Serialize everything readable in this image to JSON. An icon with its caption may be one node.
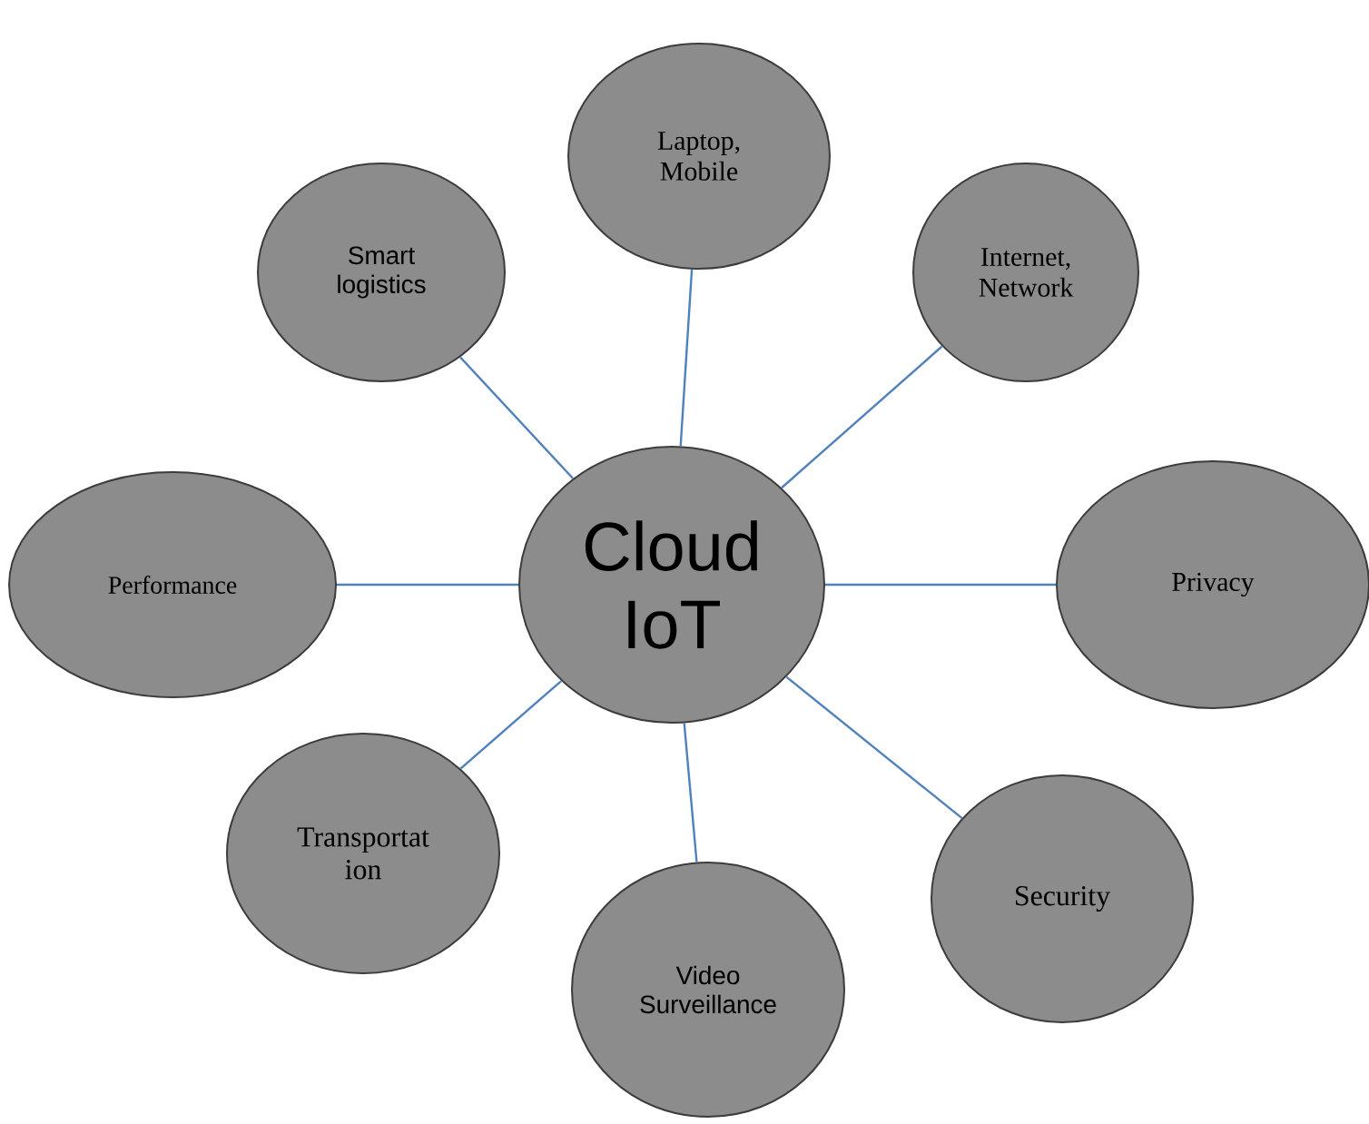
{
  "diagram": {
    "nodes": [
      {
        "text": [
          "Cloud IoT"
        ]
      },
      {
        "text": [
          "Laptop, Mobile"
        ]
      },
      {
        "text": [
          "Internet, Network"
        ]
      },
      {
        "text": [
          "Privacy"
        ]
      },
      {
        "text": [
          "Security"
        ]
      },
      {
        "text": [
          "Video Surveillance"
        ]
      },
      {
        "text": [
          "Transportat ion"
        ]
      },
      {
        "text": [
          "Performance"
        ]
      },
      {
        "text": [
          "Smart logistics"
        ]
      }
    ],
    "edges": [
      {
        "from": 0,
        "to": 1,
        "arrow": "none"
      },
      {
        "from": 0,
        "to": 2,
        "arrow": "none"
      },
      {
        "from": 0,
        "to": 3,
        "arrow": "none"
      },
      {
        "from": 0,
        "to": 4,
        "arrow": "none"
      },
      {
        "from": 0,
        "to": 5,
        "arrow": "none"
      },
      {
        "from": 0,
        "to": 6,
        "arrow": "none"
      },
      {
        "from": 0,
        "to": 7,
        "arrow": "none"
      },
      {
        "from": 0,
        "to": 8,
        "arrow": "none"
      }
    ]
  }
}
